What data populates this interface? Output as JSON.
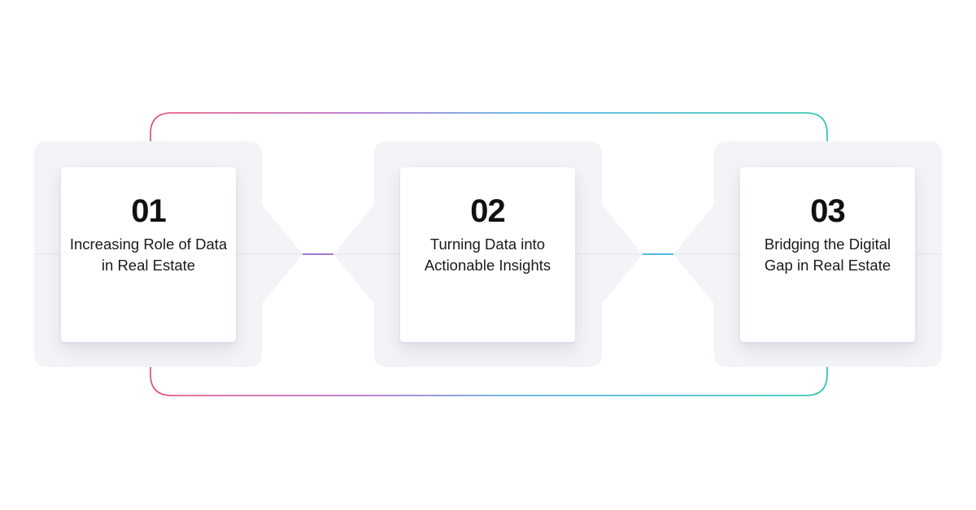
{
  "diagram": {
    "type": "process-flow",
    "steps": [
      {
        "number": "01",
        "title": "Increasing Role of Data in Real Estate"
      },
      {
        "number": "02",
        "title": "Turning Data into Actionable Insights"
      },
      {
        "number": "03",
        "title": "Bridging the Digital Gap in Real Estate"
      }
    ],
    "colors": {
      "gradient_start": "#e8436f",
      "gradient_mid_purple": "#8a5bd6",
      "gradient_mid_blue": "#3ea6e4",
      "gradient_end": "#1fbfa9",
      "panel": "#f3f4f7",
      "card": "#ffffff",
      "text": "#111111"
    }
  }
}
